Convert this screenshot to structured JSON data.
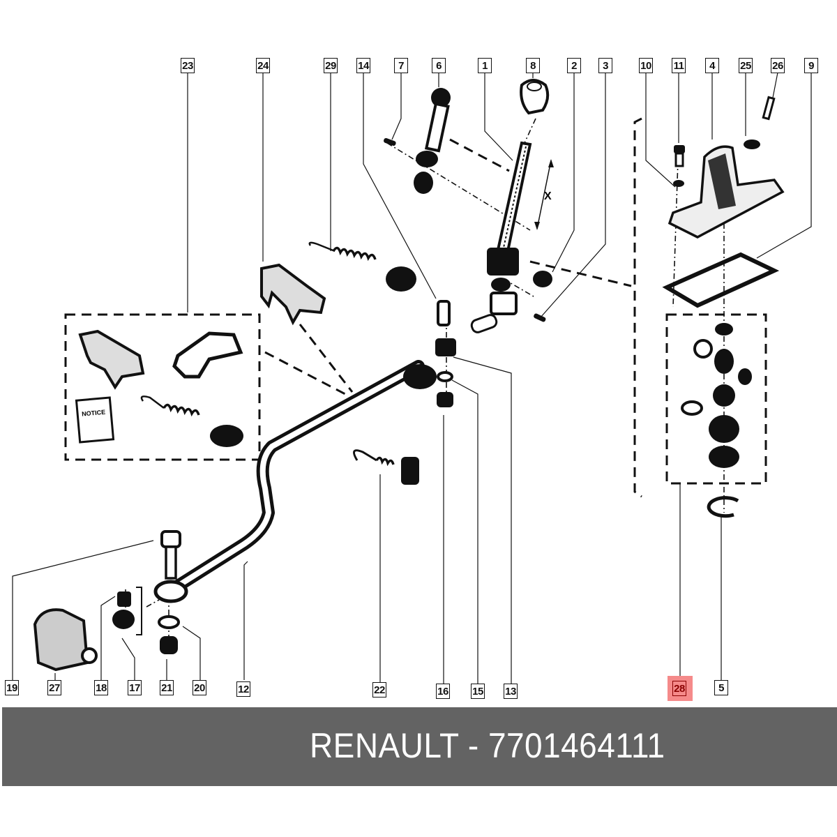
{
  "diagram": {
    "title": "Gear shift linkage exploded parts diagram",
    "callouts": {
      "top": [
        "23",
        "24",
        "29",
        "14",
        "7",
        "6",
        "1",
        "8",
        "2",
        "3",
        "10",
        "11",
        "4",
        "25",
        "26",
        "9"
      ],
      "bottom": [
        "19",
        "27",
        "18",
        "17",
        "21",
        "20",
        "12",
        "22",
        "16",
        "15",
        "13",
        "28",
        "5"
      ]
    },
    "highlighted_callout": "28",
    "highlight_color": "#f58a8a",
    "highlight_text_color": "#8a0000",
    "dimension_label": "X",
    "manual_label": "NOTICE"
  },
  "banner": {
    "text": "RENAULT - 7701464111",
    "brand": "RENAULT",
    "part_number": "7701464111",
    "background": "#636363",
    "text_color": "#ffffff"
  }
}
